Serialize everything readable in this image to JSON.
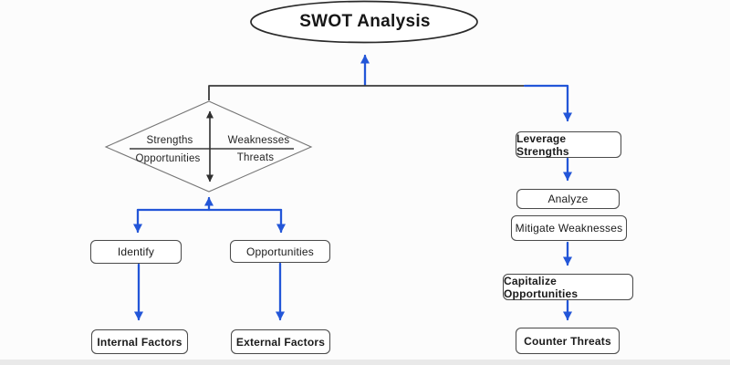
{
  "colors": {
    "arrow_blue": "#2356d8",
    "line_dark": "#3a3a3a",
    "border_dark": "#4b4b4b",
    "text_dark": "#1b1b1b",
    "background": "#fcfcfc"
  },
  "diagram": {
    "title": "SWOT Analysis",
    "quadrant": {
      "top_left": "Strengths",
      "top_right": "Weaknesses",
      "bottom_left": "Opportunities",
      "bottom_right": "Threats"
    },
    "left_flow": {
      "identify": "Identify",
      "opportunities": "Opportunities",
      "internal_factors": "Internal Factors",
      "external_factors": "External Factors"
    },
    "right_flow": {
      "leverage_strengths": "Leverage Strengths",
      "analyze": "Analyze",
      "mitigate_weaknesses": "Mitigate Weaknesses",
      "capitalize_opportunities": "Capitalize Opportunities",
      "counter_threats": "Counter Threats"
    }
  }
}
